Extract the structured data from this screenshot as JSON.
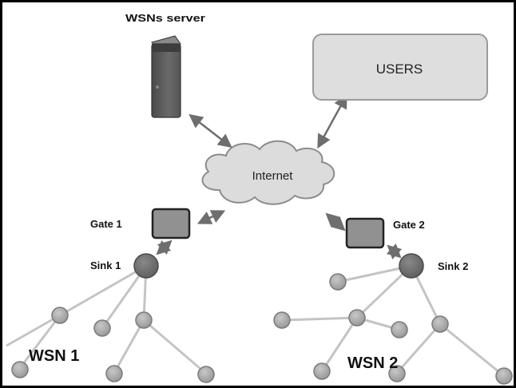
{
  "labels": {
    "server": "WSNs server",
    "users": "USERS",
    "internet": "Internet",
    "gate1": "Gate 1",
    "gate2": "Gate 2",
    "sink1": "Sink 1",
    "sink2": "Sink 2",
    "wsn1": "WSN 1",
    "wsn2": "WSN 2"
  },
  "icons": {
    "server": "server-tower-icon",
    "cloud": "cloud-icon",
    "gateway": "gateway-box-icon",
    "sink": "sink-node-icon",
    "sensor": "sensor-node-icon"
  },
  "colors": {
    "node": "#a8a8a8",
    "sink": "#707070",
    "gate": "#909090",
    "cloud": "#dcdcdc",
    "users_box": "#dedede",
    "server": "#5c5c5c",
    "link": "#c4c4c4",
    "arrow": "#6e6e6e"
  }
}
